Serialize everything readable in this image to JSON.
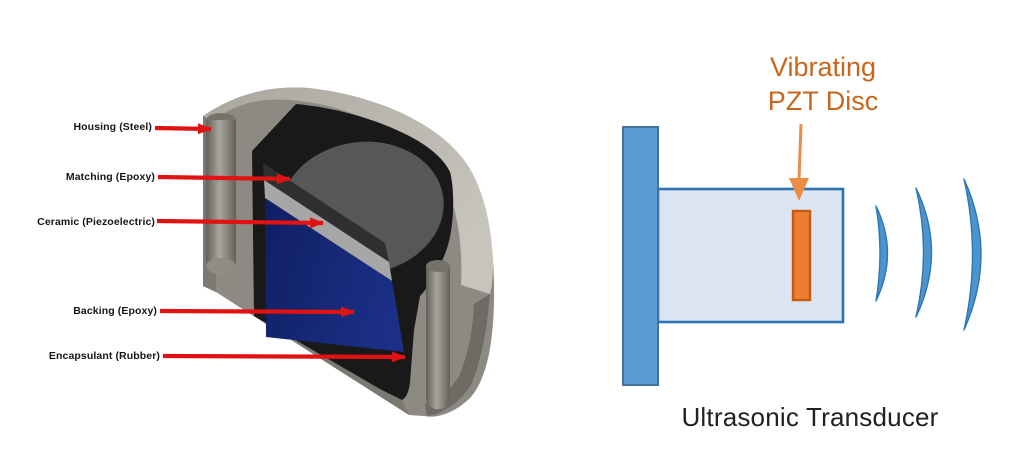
{
  "figures": {
    "cutaway": {
      "labels": [
        {
          "text": "Housing (Steel)"
        },
        {
          "text": "Matching (Epoxy)"
        },
        {
          "text": "Ceramic (Piezoelectric)"
        },
        {
          "text": "Backing (Epoxy)"
        },
        {
          "text": "Encapsulant (Rubber)"
        }
      ],
      "arrow_color": "#e01212",
      "part_colors": {
        "housing_top": "#b6b3ab",
        "housing_side": "#8d8a84",
        "cavity_black": "#191919",
        "dome_gray": "#575757",
        "ceramic_strip": "#a6a6a6",
        "backing_blue": "#15297b"
      }
    },
    "schematic": {
      "callout": {
        "line1": "Vibrating",
        "line2": "PZT Disc",
        "color": "#c8661d"
      },
      "caption": "Ultrasonic Transducer",
      "colors": {
        "wall_fill": "#5b9bd5",
        "wall_stroke": "#41719c",
        "body_fill": "#dbe5f1",
        "body_stroke": "#2e74b5",
        "disc_fill": "#ed7d31",
        "disc_stroke": "#c55a11",
        "wave_fill": "#4d93cc",
        "wave_stroke": "#2e75b6",
        "arrow_orange": "#ed8c47"
      }
    }
  }
}
